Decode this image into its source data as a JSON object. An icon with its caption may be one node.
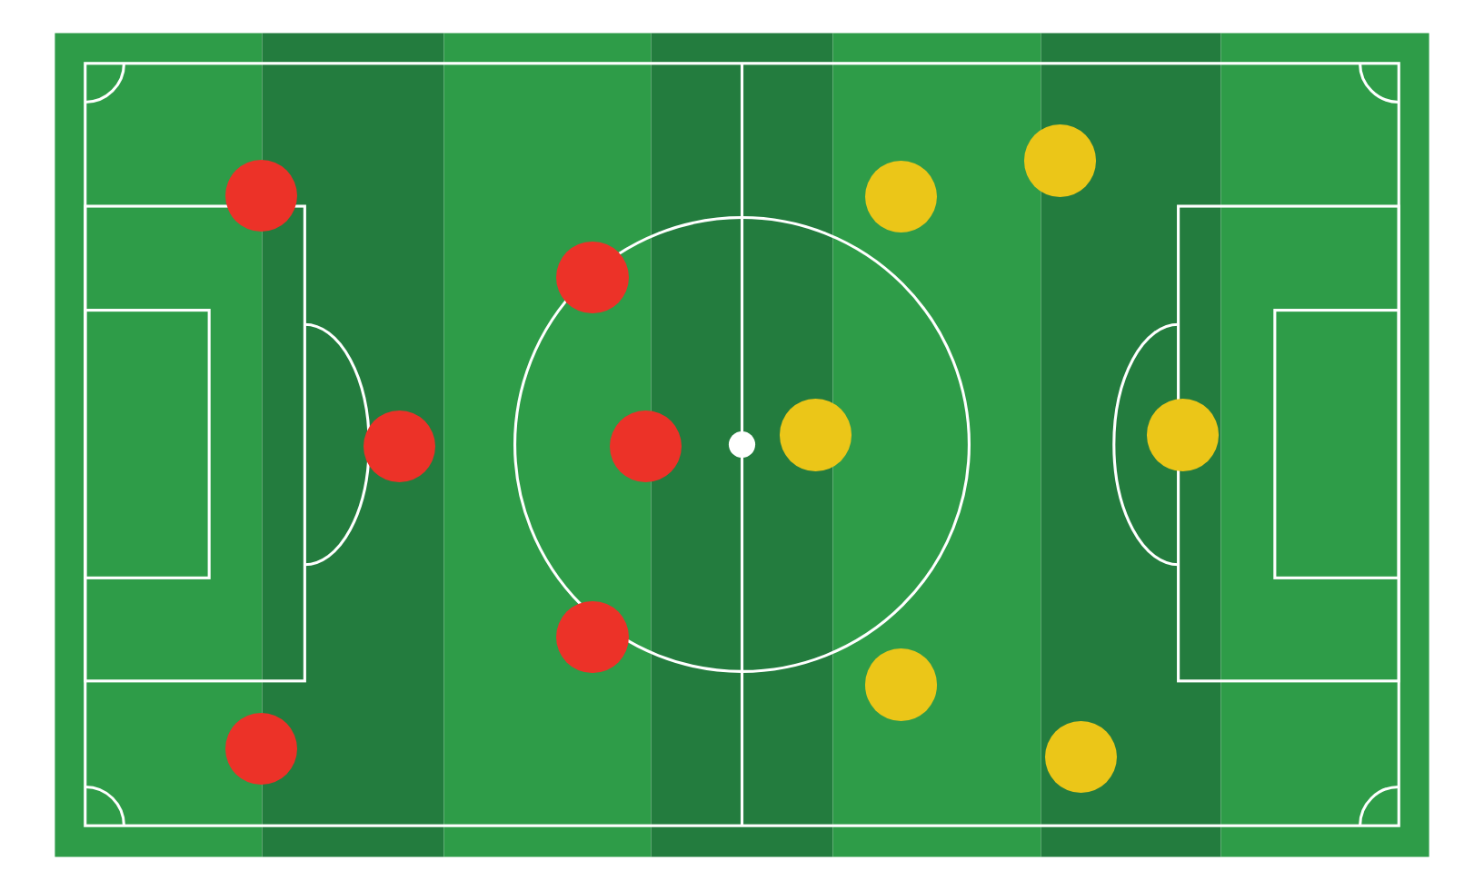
{
  "diagram": {
    "nodes": [
      {
        "text": [],
        "shape": "circle"
      },
      {
        "text": [],
        "shape": "circle"
      },
      {
        "text": [],
        "shape": "circle"
      },
      {
        "text": [],
        "shape": "circle"
      },
      {
        "text": [],
        "shape": "circle"
      },
      {
        "text": [],
        "shape": "circle"
      },
      {
        "text": [],
        "shape": "circle"
      },
      {
        "text": [],
        "shape": "circle"
      },
      {
        "text": [],
        "shape": "circle"
      },
      {
        "text": [],
        "shape": "circle"
      },
      {
        "text": [],
        "shape": "circle"
      },
      {
        "text": [],
        "shape": "circle"
      }
    ]
  }
}
